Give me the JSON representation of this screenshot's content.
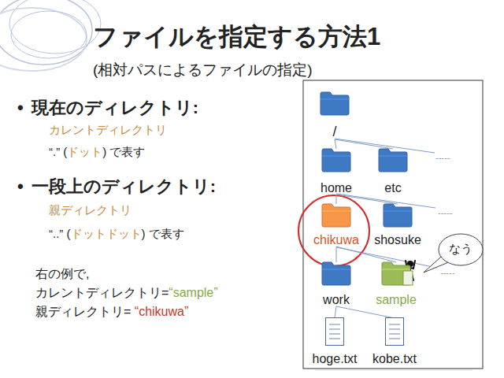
{
  "diagram": {
    "title": "ファイルを指定する方法1",
    "nodes": [
      {
        "text": [
          "/"
        ]
      },
      {
        "text": [
          "home"
        ]
      },
      {
        "text": [
          "etc"
        ]
      },
      {
        "text": [
          "chikuwa"
        ]
      },
      {
        "text": [
          "shosuke"
        ]
      },
      {
        "text": [
          "なう"
        ]
      },
      {
        "text": [
          "work"
        ]
      },
      {
        "text": [
          "sample"
        ]
      },
      {
        "text": [
          "hoge.txt"
        ]
      },
      {
        "text": [
          "kobe.txt"
        ]
      }
    ],
    "edges": [
      {
        "from": 0,
        "to": 1,
        "arrow": "none"
      },
      {
        "from": 0,
        "to": 2,
        "arrow": "none"
      },
      {
        "from": 1,
        "to": 3,
        "arrow": "none"
      },
      {
        "from": 1,
        "to": 4,
        "arrow": "none"
      },
      {
        "from": 3,
        "to": 6,
        "arrow": "none"
      },
      {
        "from": 3,
        "to": 7,
        "arrow": "none"
      },
      {
        "from": 6,
        "to": 8,
        "arrow": "none"
      },
      {
        "from": 6,
        "to": 9,
        "arrow": "none"
      }
    ],
    "labels": [
      "(相対パスによるファイルの指定)",
      "•",
      "現在のディレクトリ:",
      "カレントディレクトリ",
      "“.” (",
      "ドット",
      ") で表す",
      "•",
      "一段上のディレクトリ:",
      "親ディレクトリ",
      "“..” (",
      "ドットドット",
      ") で表す",
      "右の例で,",
      "カレントディレクトリ=",
      "“sample”",
      "親ディレクトリ= ",
      "“chikuwa”",
      "-----",
      "-----",
      "-----"
    ]
  }
}
